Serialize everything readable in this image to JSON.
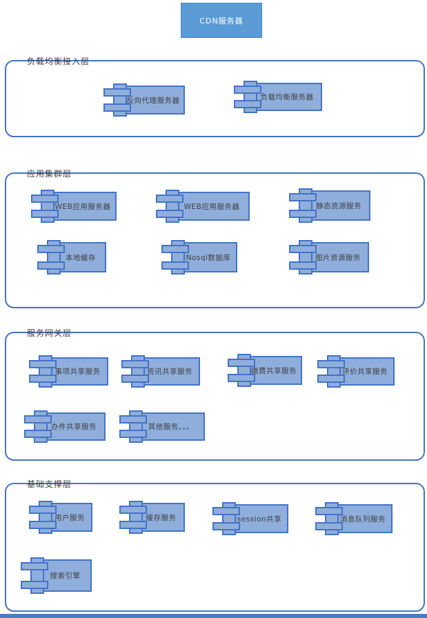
{
  "diagram": {
    "cdn_label": "CDN服务器",
    "layers": [
      {
        "title": "负载均衡接入层",
        "components": [
          {
            "label": "反向代理服务器"
          },
          {
            "label": "负载均衡服务器"
          }
        ]
      },
      {
        "title": "应用集群层",
        "components": [
          {
            "label": "WEB应用服务器"
          },
          {
            "label": "WEB应用服务器"
          },
          {
            "label": "静态资源服务"
          },
          {
            "label": "本地缓存"
          },
          {
            "label": "Nosql数据库"
          },
          {
            "label": "图片资源服务"
          }
        ]
      },
      {
        "title": "服务网关层",
        "components": [
          {
            "label": "事项共享服务"
          },
          {
            "label": "资讯共享服务"
          },
          {
            "label": "缴费共享服务"
          },
          {
            "label": "评价共享服务"
          },
          {
            "label": "办件共享服务"
          },
          {
            "label": "其他服务。。。"
          }
        ]
      },
      {
        "title": "基础支撑层",
        "components": [
          {
            "label": "用户服务"
          },
          {
            "label": "缓存服务"
          },
          {
            "label": "session共享"
          },
          {
            "label": "消息队列服务"
          },
          {
            "label": "搜索引擎"
          }
        ]
      }
    ],
    "colors": {
      "accent": "#5B9BD5",
      "component_fill": "#8FAEDC",
      "component_border": "#4473C5",
      "frame_border": "#4473C5",
      "bottom_bar": "#4A7CC0"
    }
  }
}
